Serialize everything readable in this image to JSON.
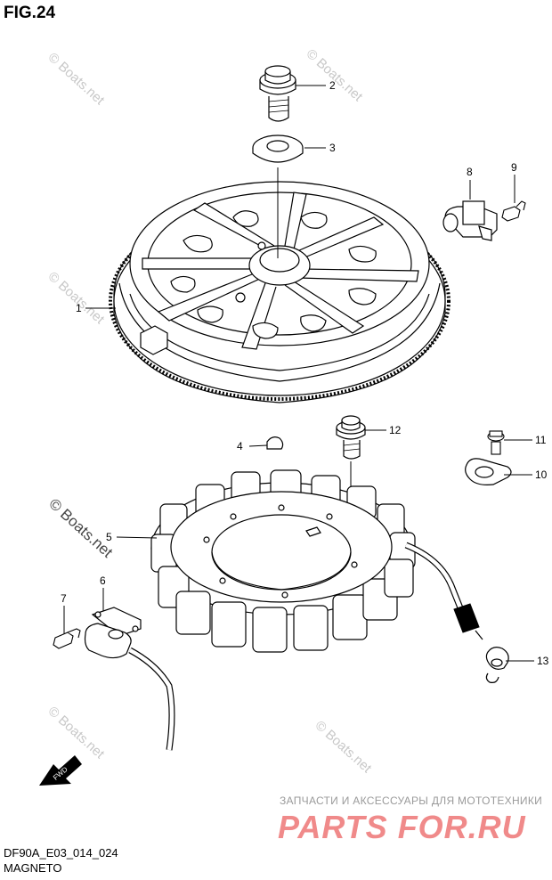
{
  "figure": {
    "title": "FIG.24"
  },
  "footer": {
    "code": "DF90A_E03_014_024",
    "name": "MAGNETO"
  },
  "watermark": {
    "text": "© Boats.net"
  },
  "callouts": [
    "1",
    "2",
    "3",
    "4",
    "5",
    "6",
    "7",
    "8",
    "9",
    "10",
    "11",
    "12",
    "13"
  ],
  "fwd_label": "FWD",
  "brand": {
    "tagline": "ЗАПЧАСТИ И АКСЕССУАРЫ ДЛЯ МОТОТЕХНИКИ",
    "logo": "PARTS FOR.RU",
    "logo_color": "#f08a8a"
  }
}
